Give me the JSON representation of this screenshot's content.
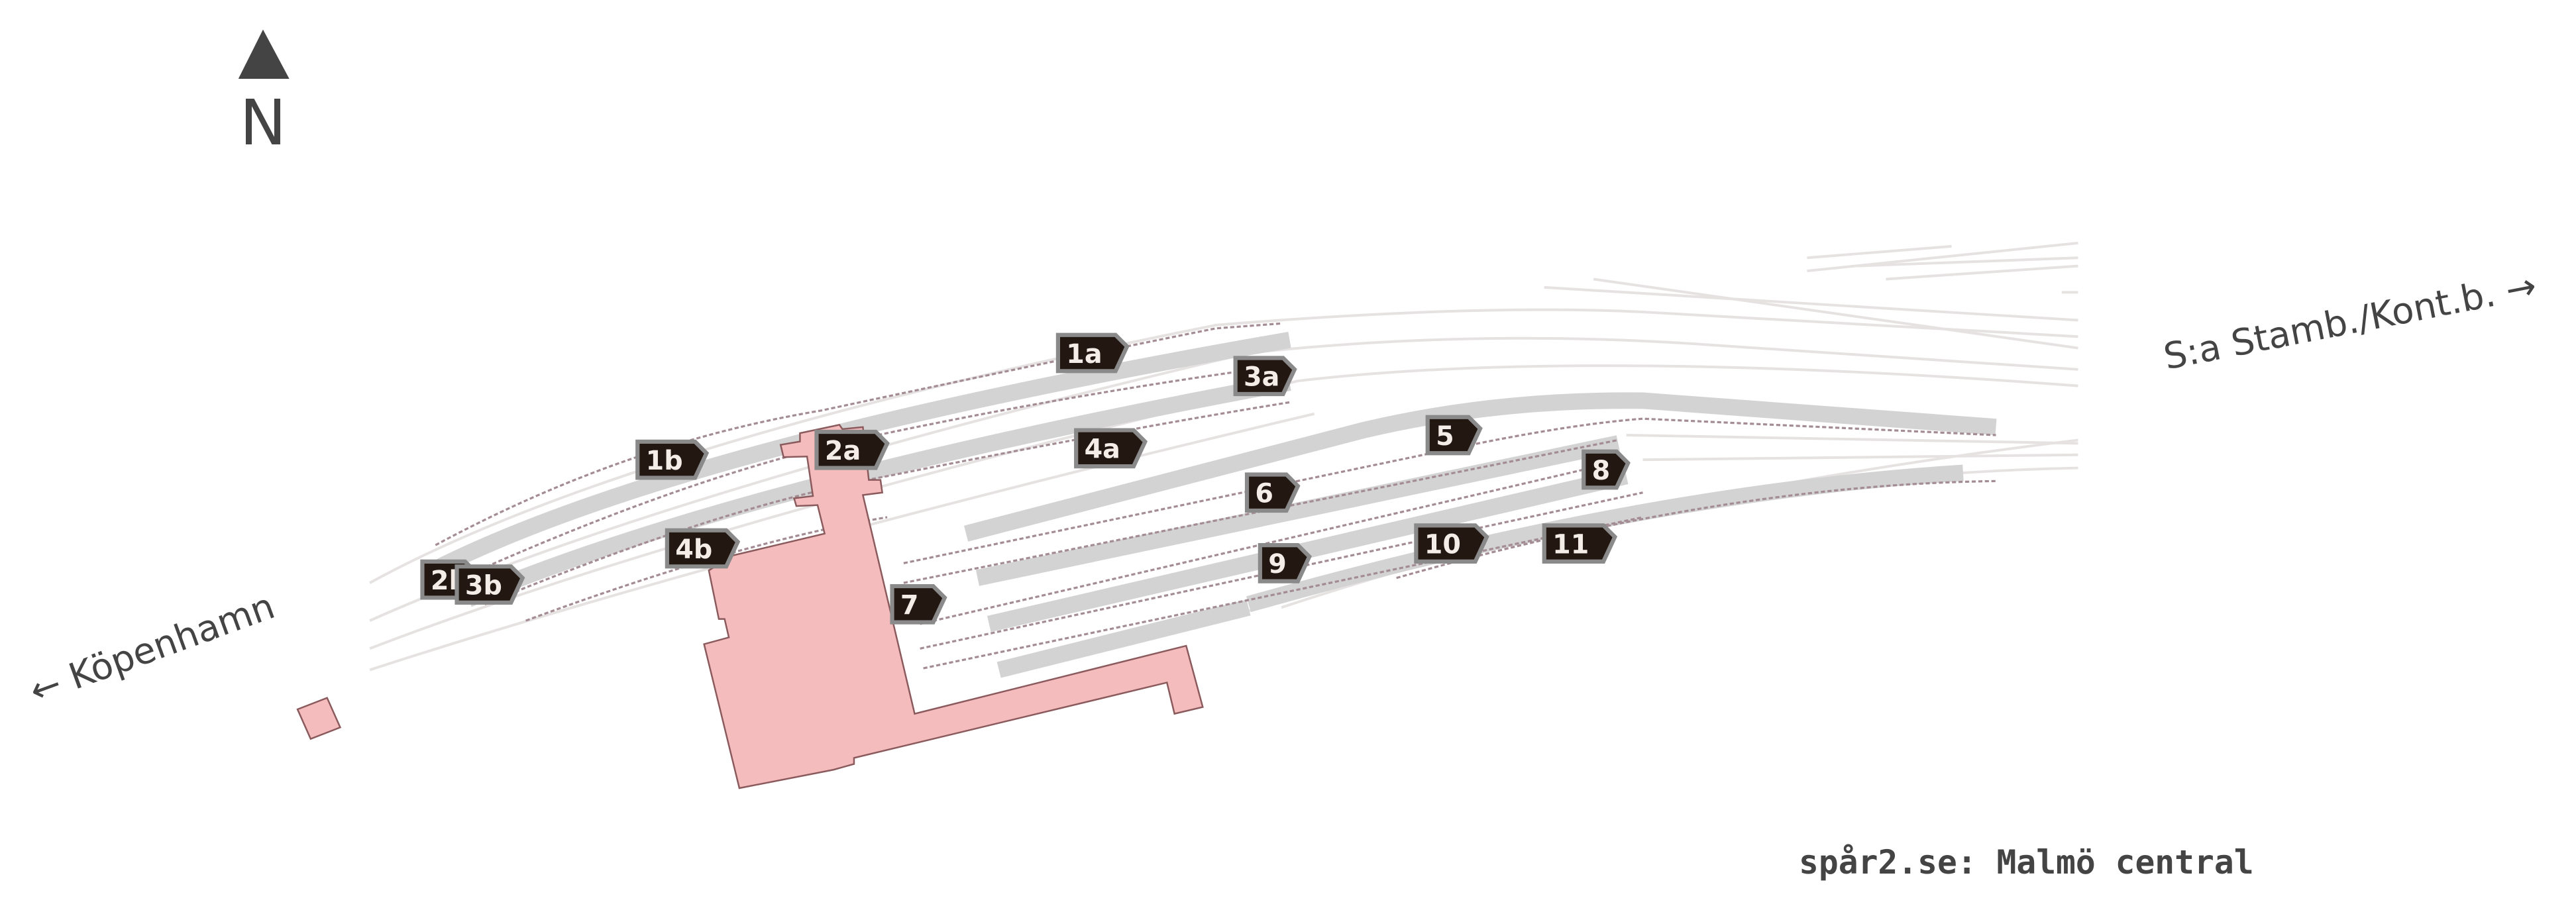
{
  "map": {
    "title": "spår2.se: Malmö central",
    "north_label": "N",
    "direction_west": "← Köpenhamn",
    "direction_east": "S:a Stamb./Kont.b. →",
    "platform_labels": [
      "1a",
      "3a",
      "1b",
      "2a",
      "4a",
      "5",
      "6",
      "8",
      "4b",
      "10",
      "11",
      "2b",
      "3b",
      "9",
      "7"
    ],
    "colors": {
      "building": "#f5bcbe",
      "building_stroke": "#8a5a5c",
      "platform": "#d3d3d3",
      "track": "#e6e2e2",
      "dashed_track": "#a48c94",
      "label_bg": "#231712",
      "label_border": "#8a8a8a"
    }
  }
}
